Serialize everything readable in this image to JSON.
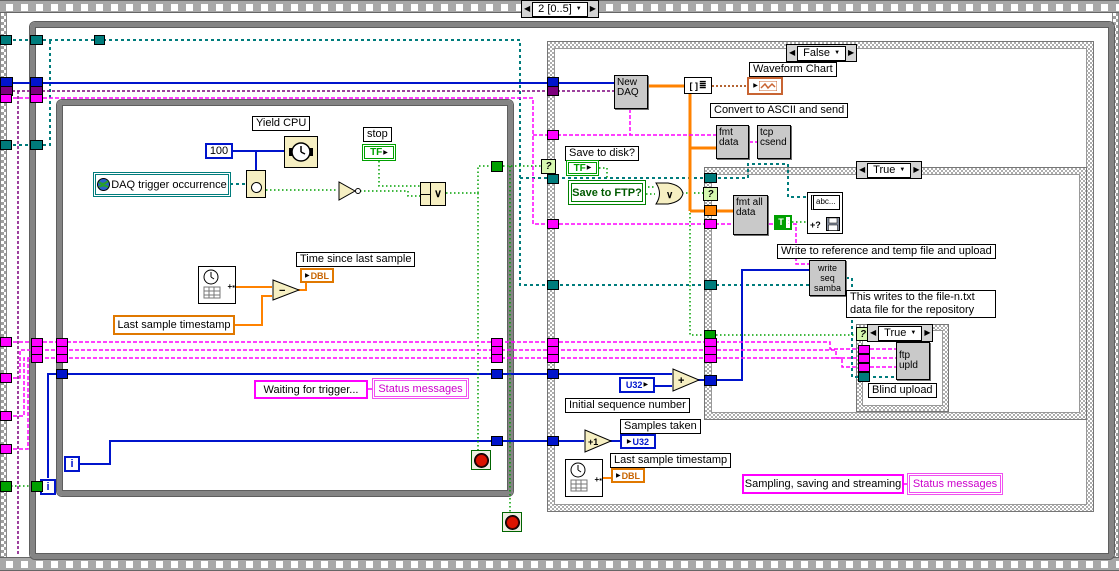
{
  "frame_selector": {
    "label": "2 [0..5]"
  },
  "glyphs": {
    "left": "◀",
    "right": "▶",
    "down": "▼",
    "question": "?",
    "or": "∨",
    "minus": "−",
    "plus": "+",
    "plus_one": "+1",
    "iteration": "i",
    "t_const": "T",
    "arrow": "▶",
    "build_array": "[ ]",
    "build_array_rows": "≣",
    "abc": "abc...",
    "plus_q": "+?",
    "plus_eq": "+▪"
  },
  "types": {
    "tf": "TF",
    "dbl": "DBL",
    "u32": "U32"
  },
  "cases": {
    "outer_selector": "False",
    "save_selector": "True",
    "upload_selector": "True"
  },
  "inner_loop": {
    "yield_cpu_label": "Yield CPU",
    "wait_constant": "100",
    "occurrence_control": "DAQ trigger occurrence",
    "stop_label": "stop",
    "time_since_label": "Time since last sample",
    "last_sample_control": "Last sample timestamp",
    "waiting_message": "Waiting for trigger..."
  },
  "shared": {
    "status_messages": "Status messages",
    "last_sample_timestamp": "Last sample timestamp"
  },
  "false_case": {
    "new_daq": "New DAQ",
    "waveform_chart_label": "Waveform Chart",
    "convert_label": "Convert to ASCII and send",
    "fmt_data": "fmt data",
    "tcp_csend": "tcp csend",
    "save_to_disk_label": "Save to disk?",
    "save_to_ftp_control": "Save to FTP?",
    "initial_sequence_label": "Initial sequence number",
    "samples_taken_label": "Samples taken",
    "sampling_message": "Sampling, saving and streaming"
  },
  "save_case": {
    "fmt_all_data": "fmt all data",
    "write_file_note": "Write to reference and temp file and upload",
    "write_seq_samba": "write seq samba",
    "repo_note_line1": "This writes to the file-n.txt",
    "repo_note_line2": "data file for the repository"
  },
  "upload_case": {
    "ftp_upld": "ftp upld",
    "blind_upload_label": "Blind upload"
  },
  "colors": {
    "wire_blue": "#0014CC",
    "wire_teal": "#007C7C",
    "wire_green": "#00A000",
    "wire_orange": "#FF8200",
    "wire_magenta": "#FF00FF",
    "wire_purple": "#7D007D",
    "node_gray": "#C9C9C9",
    "function_beige": "#F6EFC2",
    "structure_gray": "#848484",
    "boolean_green": "#00A000",
    "numeric_blue": "#0014CC",
    "numeric_orange": "#E07800",
    "string_pink": "#FF00FF"
  }
}
